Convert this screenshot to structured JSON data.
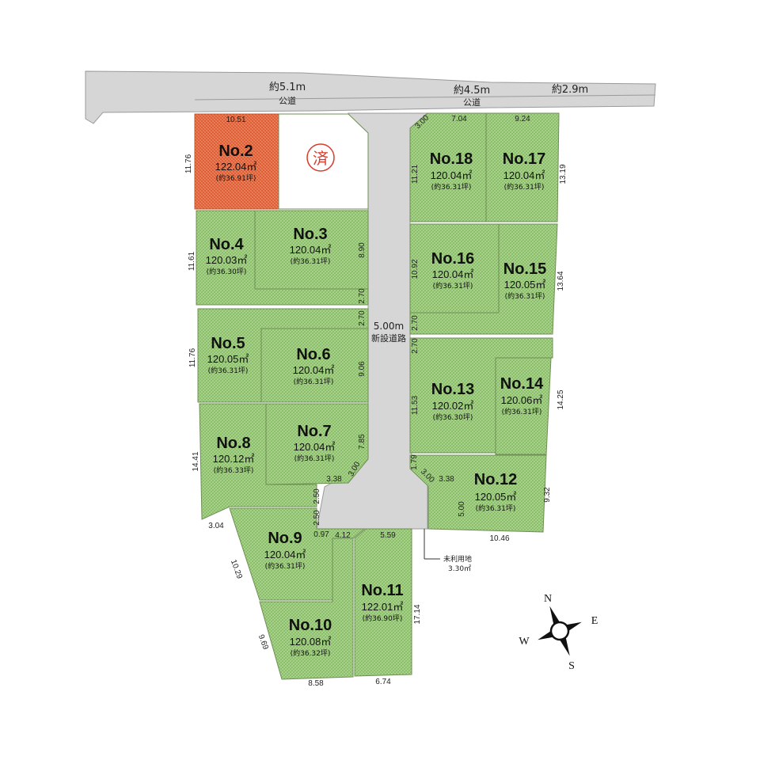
{
  "roads": {
    "public_left": {
      "width": "約5.1m",
      "name": "公道"
    },
    "public_mid": {
      "width": "約4.5m",
      "name": "公道"
    },
    "public_right": {
      "width": "約2.9m"
    },
    "new_road": {
      "width": "5.00m",
      "name": "新設道路"
    }
  },
  "sold_mark": "済",
  "lots": [
    {
      "no": "No.2",
      "area": "122.04㎡",
      "tsubo": "(約36.91坪)",
      "status": "sold"
    },
    {
      "no": "No.3",
      "area": "120.04㎡",
      "tsubo": "(約36.31坪)",
      "status": "available"
    },
    {
      "no": "No.4",
      "area": "120.03㎡",
      "tsubo": "(約36.30坪)",
      "status": "available"
    },
    {
      "no": "No.5",
      "area": "120.05㎡",
      "tsubo": "(約36.31坪)",
      "status": "available"
    },
    {
      "no": "No.6",
      "area": "120.04㎡",
      "tsubo": "(約36.31坪)",
      "status": "available"
    },
    {
      "no": "No.7",
      "area": "120.04㎡",
      "tsubo": "(約36.31坪)",
      "status": "available"
    },
    {
      "no": "No.8",
      "area": "120.12㎡",
      "tsubo": "(約36.33坪)",
      "status": "available"
    },
    {
      "no": "No.9",
      "area": "120.04㎡",
      "tsubo": "(約36.31坪)",
      "status": "available"
    },
    {
      "no": "No.10",
      "area": "120.08㎡",
      "tsubo": "(約36.32坪)",
      "status": "available"
    },
    {
      "no": "No.11",
      "area": "122.01㎡",
      "tsubo": "(約36.90坪)",
      "status": "available"
    },
    {
      "no": "No.12",
      "area": "120.05㎡",
      "tsubo": "(約36.31坪)",
      "status": "available"
    },
    {
      "no": "No.13",
      "area": "120.02㎡",
      "tsubo": "(約36.30坪)",
      "status": "available"
    },
    {
      "no": "No.14",
      "area": "120.06㎡",
      "tsubo": "(約36.31坪)",
      "status": "available"
    },
    {
      "no": "No.15",
      "area": "120.05㎡",
      "tsubo": "(約36.31坪)",
      "status": "available"
    },
    {
      "no": "No.16",
      "area": "120.04㎡",
      "tsubo": "(約36.31坪)",
      "status": "available"
    },
    {
      "no": "No.17",
      "area": "120.04㎡",
      "tsubo": "(約36.31坪)",
      "status": "available"
    },
    {
      "no": "No.18",
      "area": "120.04㎡",
      "tsubo": "(約36.31坪)",
      "status": "available"
    }
  ],
  "unused_land": {
    "label": "未利用地",
    "area": "3.30㎡"
  },
  "dimensions": {
    "d10_51": "10.51",
    "d11_76a": "11.76",
    "d11_61": "11.61",
    "d11_76b": "11.76",
    "d14_41": "14.41",
    "d3_04": "3.04",
    "d10_29": "10.29",
    "d9_69": "9.69",
    "d8_58": "8.58",
    "d6_74": "6.74",
    "d17_14": "17.14",
    "d10_46": "10.46",
    "d9_32": "9.32",
    "d14_25": "14.25",
    "d13_64": "13.64",
    "d13_19": "13.19",
    "d9_24": "9.24",
    "d7_04": "7.04",
    "d3_00a": "3.00",
    "d11_21": "11.21",
    "d10_92": "10.92",
    "d11_53": "11.53",
    "d2_70a": "2.70",
    "d2_70b": "2.70",
    "d2_70c": "2.70",
    "d2_70d": "2.70",
    "d8_90": "8.90",
    "d9_06": "9.06",
    "d7_85": "7.85",
    "d3_00b": "3.00",
    "d3_38a": "3.38",
    "d2_50a": "2.50",
    "d2_50b": "2.50",
    "d0_97": "0.97",
    "d4_12": "4.12",
    "d5_59": "5.59",
    "d1_79": "1.79",
    "d3_00c": "3.00",
    "d3_38b": "3.38",
    "d5_00": "5.00"
  },
  "compass": {
    "n": "N",
    "e": "E",
    "s": "S",
    "w": "W"
  },
  "colors": {
    "lot_green": "#8cc56b",
    "lot_sold": "#e8613a",
    "road": "#d6d6d6"
  }
}
